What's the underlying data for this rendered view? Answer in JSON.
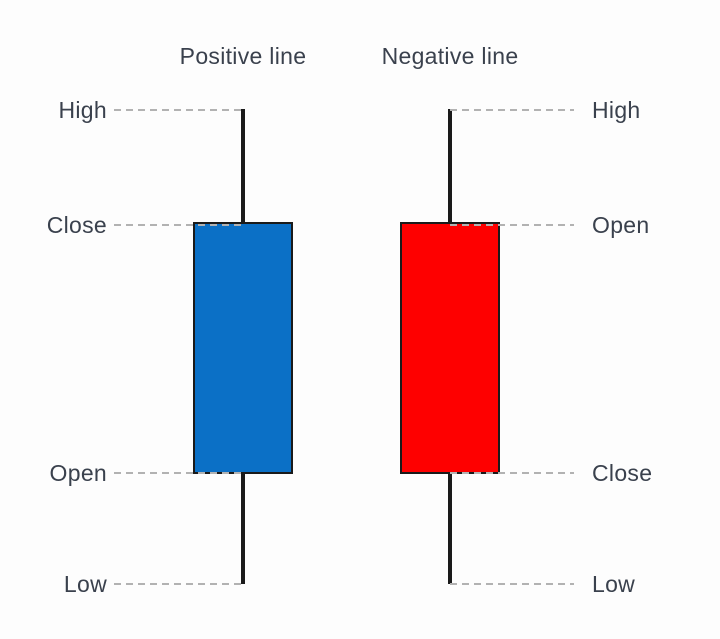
{
  "diagram": {
    "candles": [
      {
        "title": "Positive line",
        "body_color": "#0b70c6",
        "labels": {
          "high": "High",
          "body_top": "Close",
          "body_bottom": "Open",
          "low": "Low"
        }
      },
      {
        "title": "Negative line",
        "body_color": "#fe0000",
        "labels": {
          "high": "High",
          "body_top": "Open",
          "body_bottom": "Close",
          "low": "Low"
        }
      }
    ],
    "colors": {
      "background": "#fdfdfd",
      "text": "#3a414d",
      "dash": "#b2b2b2",
      "wick": "#1a1a1a",
      "body_border": "#1a1a1a"
    }
  }
}
